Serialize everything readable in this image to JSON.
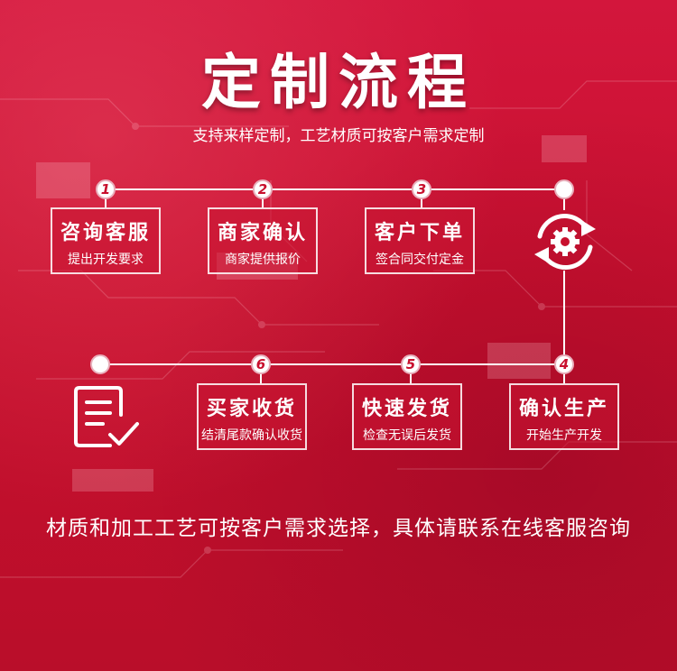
{
  "page": {
    "title": "定制流程",
    "subtitle": "支持来样定制，工艺材质可按客户需求定制",
    "footer": "材质和加工工艺可按客户需求选择，具体请联系在线客服咨询"
  },
  "steps": [
    {
      "num": "1",
      "title": "咨询客服",
      "desc": "提出开发要求"
    },
    {
      "num": "2",
      "title": "商家确认",
      "desc": "商家提供报价"
    },
    {
      "num": "3",
      "title": "客户下单",
      "desc": "签合同交付定金"
    },
    {
      "num": "4",
      "title": "确认生产",
      "desc": "开始生产开发"
    },
    {
      "num": "5",
      "title": "快速发货",
      "desc": "检查无误后发货"
    },
    {
      "num": "6",
      "title": "买家收货",
      "desc": "结清尾款确认收货"
    }
  ],
  "icons": {
    "cycle": "refresh-gear-icon",
    "done": "checklist-icon"
  },
  "colors": {
    "background": "#c8102e",
    "text": "#ffffff"
  }
}
